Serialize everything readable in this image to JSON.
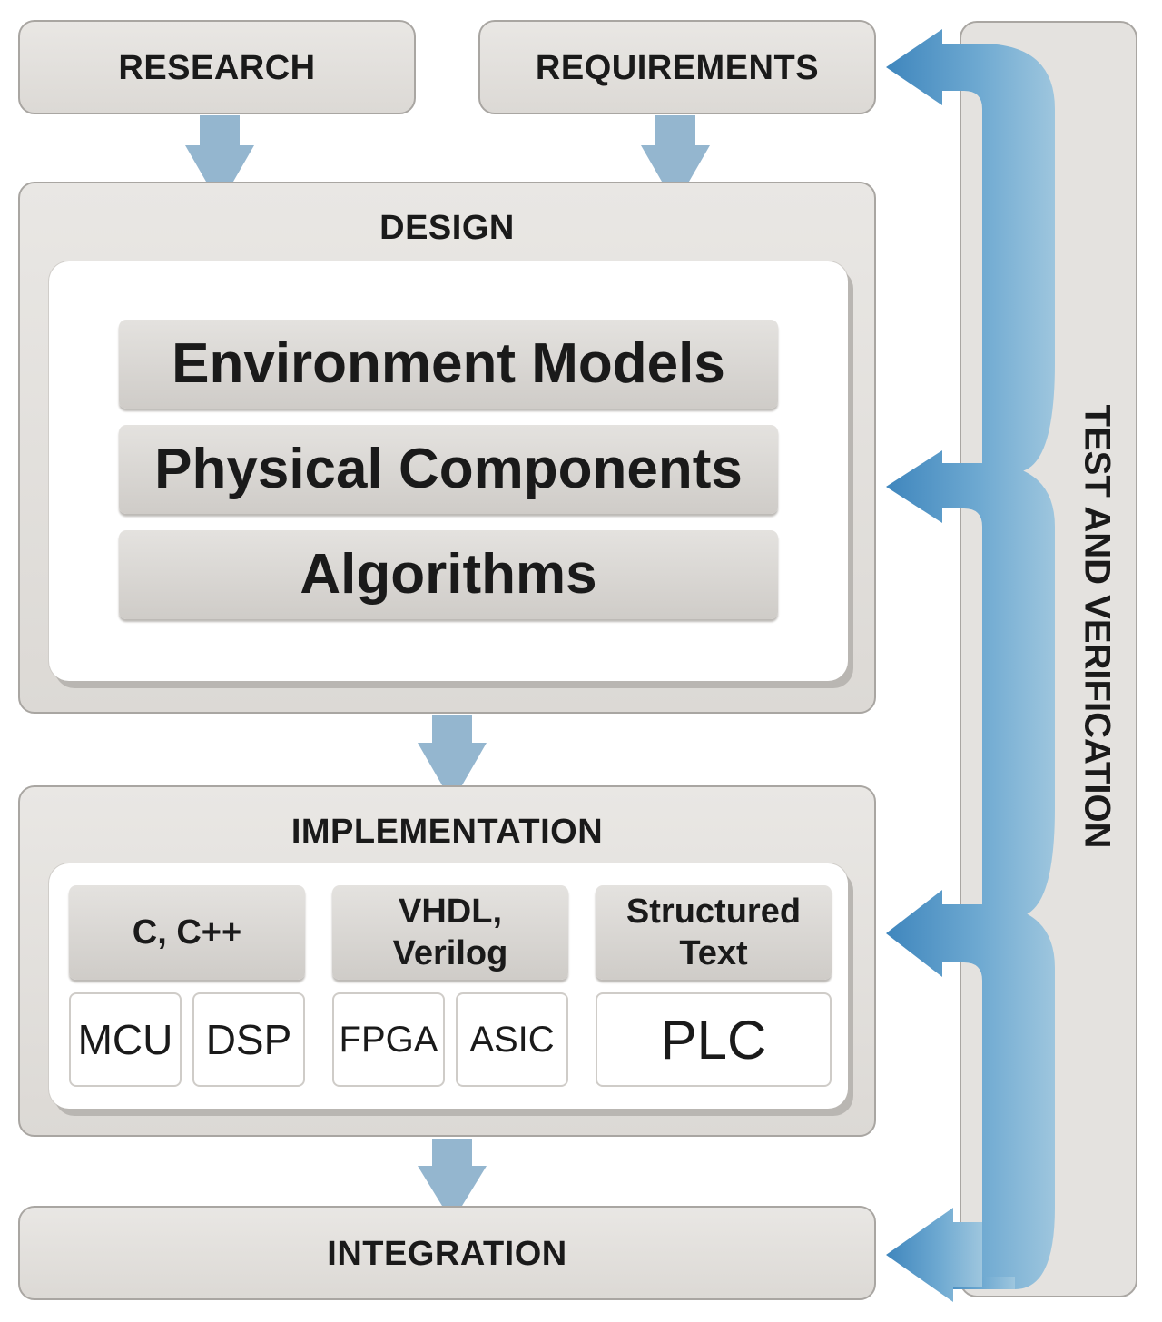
{
  "stages": {
    "research": "RESEARCH",
    "requirements": "REQUIREMENTS",
    "design": "DESIGN",
    "implementation": "IMPLEMENTATION",
    "integration": "INTEGRATION",
    "test_verification": "TEST AND VERIFICATION"
  },
  "design_items": [
    "Environment Models",
    "Physical Components",
    "Algorithms"
  ],
  "implementation": {
    "languages": [
      {
        "name": "C, C++",
        "targets": [
          "MCU",
          "DSP"
        ]
      },
      {
        "name_lines": [
          "VHDL,",
          "Verilog"
        ],
        "targets": [
          "FPGA",
          "ASIC"
        ]
      },
      {
        "name_lines": [
          "Structured",
          "Text"
        ],
        "targets": [
          "PLC"
        ]
      }
    ]
  },
  "colors": {
    "box_fill": "#e4e2df",
    "box_border": "#a9a6a2",
    "arrow_light": "#94b6cf",
    "arrow_blue": "#4c8fc0"
  }
}
